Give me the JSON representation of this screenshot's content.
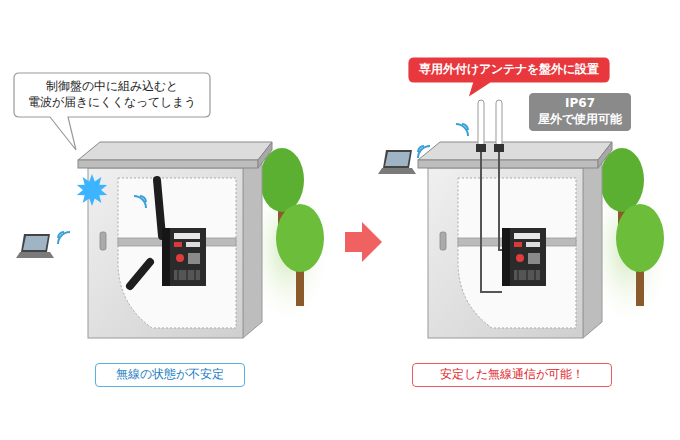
{
  "diagram": {
    "nodes": [
      {
        "text": [
          "制御盤の中に組み込むと 電波が届きにくくなってしまう"
        ]
      },
      {
        "text": [
          "無線の状態が不安定"
        ]
      },
      {
        "text": [
          "専用外付けアンテナを盤外に設置"
        ]
      },
      {
        "text": [
          "IP67 屋外で使用可能"
        ]
      },
      {
        "text": [
          "安定した無線通信が可能！"
        ]
      }
    ]
  }
}
